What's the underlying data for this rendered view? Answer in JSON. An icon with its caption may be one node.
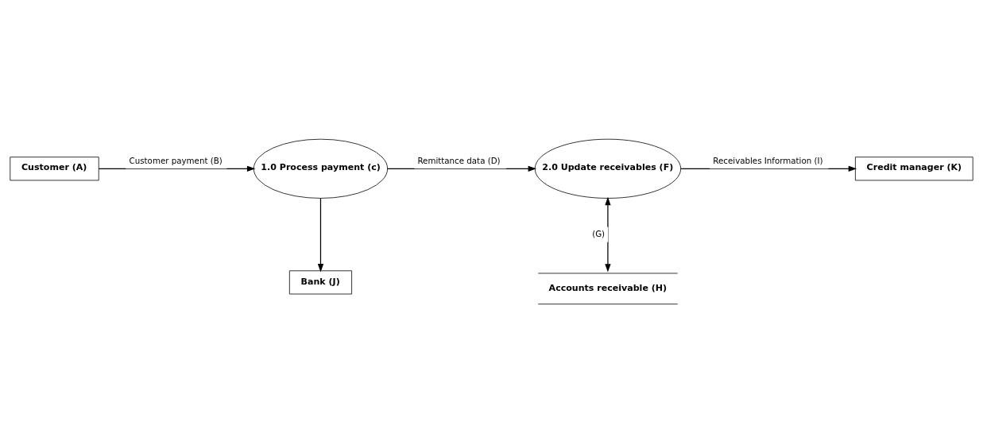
{
  "diagram": {
    "nodes": [
      {
        "text": [
          "Customer (A)"
        ]
      },
      {
        "text": [
          "1.0 Process payment (c)"
        ]
      },
      {
        "text": [
          "2.0 Update receivables (F)"
        ]
      },
      {
        "text": [
          "Accounts receivable (H)"
        ]
      },
      {
        "text": [
          "Credit manager (K)"
        ]
      },
      {
        "text": [
          "Bank (J)"
        ]
      }
    ],
    "edges": [
      {
        "from": 0,
        "to": 1,
        "arrow": "to",
        "label": "Customer payment (B)"
      },
      {
        "from": 1,
        "to": 2,
        "arrow": "to",
        "label": "Remittance data (D)"
      },
      {
        "from": 2,
        "to": 3,
        "arrow": "both",
        "label": "(G)"
      },
      {
        "from": 2,
        "to": 4,
        "arrow": "to",
        "label": "Receivables Information (I)"
      },
      {
        "from": 1,
        "to": 5,
        "arrow": "to"
      }
    ]
  }
}
